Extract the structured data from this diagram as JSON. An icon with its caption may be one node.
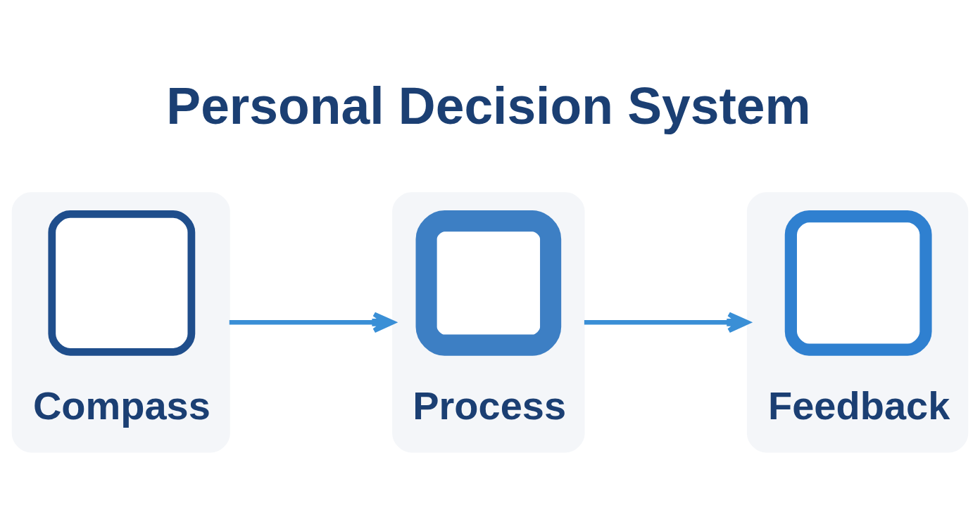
{
  "diagram": {
    "title": "Personal Decision System",
    "nodes": [
      {
        "text": [
          "Compass"
        ]
      },
      {
        "text": [
          "Process"
        ]
      },
      {
        "text": [
          "Feedback"
        ]
      }
    ],
    "edges": [
      {
        "from": 0,
        "to": 1,
        "arrow": "to"
      },
      {
        "from": 1,
        "to": 2,
        "arrow": "to"
      }
    ]
  }
}
